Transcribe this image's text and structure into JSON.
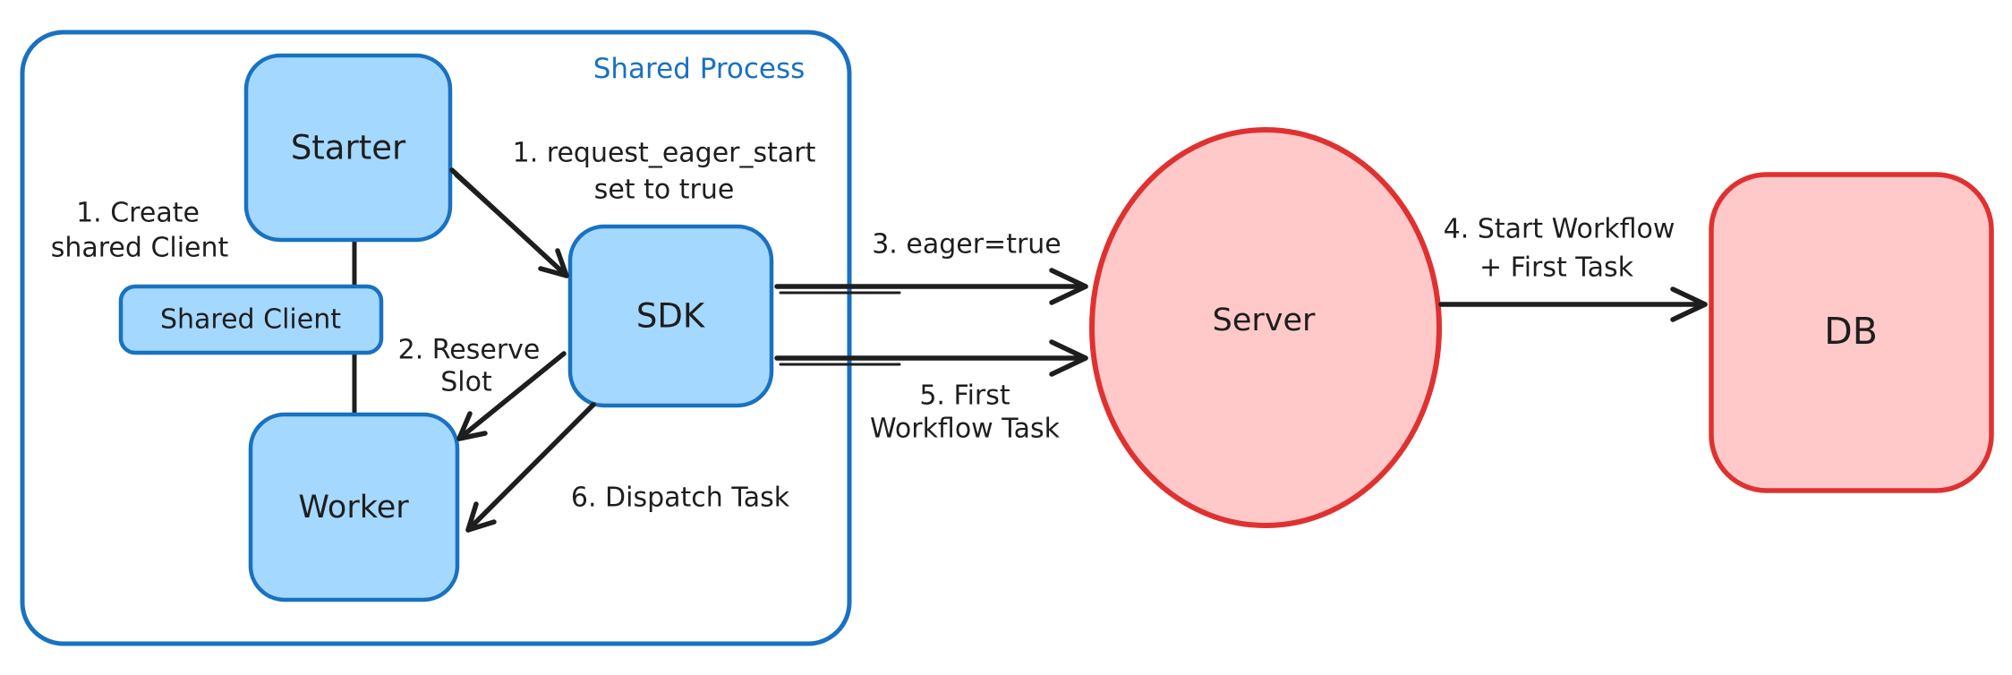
{
  "diagram": {
    "container": {
      "label": "Shared Process"
    },
    "nodes": {
      "starter": {
        "label": "Starter"
      },
      "shared_client": {
        "label": "Shared Client"
      },
      "worker": {
        "label": "Worker"
      },
      "sdk": {
        "label": "SDK"
      },
      "server": {
        "label": "Server"
      },
      "db": {
        "label": "DB"
      }
    },
    "annotations": {
      "create_shared_client": {
        "line1": "1. Create",
        "line2": "shared Client"
      },
      "request_eager_start": {
        "line1": "1. request_eager_start",
        "line2": "set to true"
      },
      "reserve_slot": {
        "line1": "2. Reserve",
        "line2": "Slot"
      },
      "eager_true": {
        "label": "3. eager=true"
      },
      "start_workflow": {
        "line1": "4. Start Workflow",
        "line2": "+ First Task"
      },
      "first_workflow_task": {
        "line1": "5. First",
        "line2": "Workflow Task"
      },
      "dispatch_task": {
        "label": "6. Dispatch Task"
      }
    },
    "colors": {
      "blue_stroke": "#1971c2",
      "blue_fill": "#a5d8ff",
      "red_stroke": "#e03131",
      "red_fill": "#ffc9c9",
      "ink": "#1e1e1e",
      "background": "#ffffff"
    }
  }
}
